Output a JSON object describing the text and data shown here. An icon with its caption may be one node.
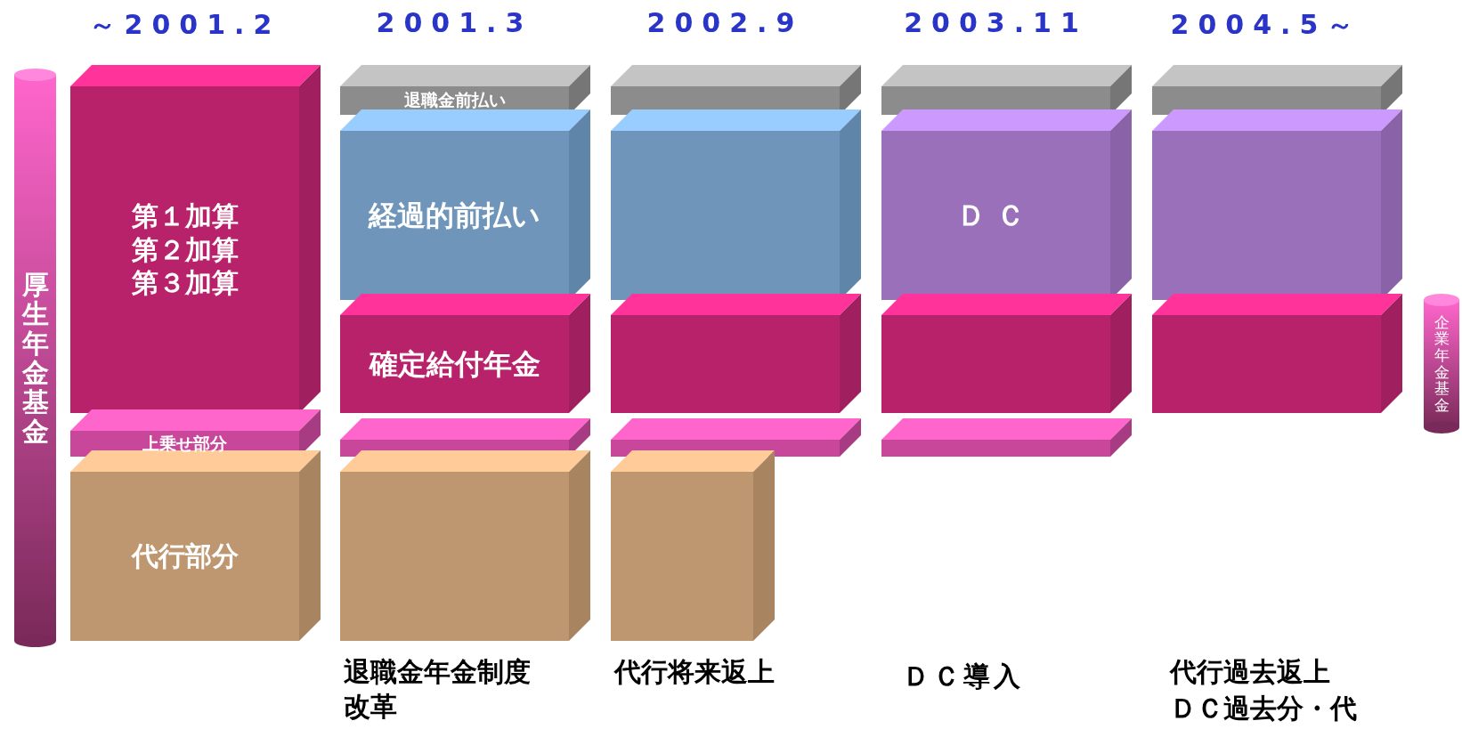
{
  "diagram": {
    "nodes": [
      {
        "text": [
          "厚生年金基金"
        ]
      },
      {
        "text": [
          "第１加算",
          "第２加算",
          "第３加算"
        ]
      },
      {
        "text": [
          "上乗せ部分"
        ]
      },
      {
        "text": [
          "代行部分"
        ]
      },
      {
        "text": [
          "退職金前払い"
        ]
      },
      {
        "text": [
          "経過的前払い"
        ]
      },
      {
        "text": [
          "確定給付年金"
        ]
      },
      {
        "text": [],
        "shape": "box"
      },
      {
        "text": [],
        "shape": "box"
      },
      {
        "text": [],
        "shape": "box"
      },
      {
        "text": [],
        "shape": "box"
      },
      {
        "text": [],
        "shape": "box"
      },
      {
        "text": [],
        "shape": "box"
      },
      {
        "text": [],
        "shape": "box"
      },
      {
        "text": [],
        "shape": "box"
      },
      {
        "text": [
          "ＤＣ"
        ]
      },
      {
        "text": [],
        "shape": "box"
      },
      {
        "text": [],
        "shape": "box"
      },
      {
        "text": [],
        "shape": "box"
      },
      {
        "text": [],
        "shape": "box"
      },
      {
        "text": [],
        "shape": "box"
      },
      {
        "text": [
          "企業年金基金"
        ]
      }
    ],
    "edges": [],
    "labels": [
      "～2001.2",
      "2001.3",
      "2002.9",
      "2003.11",
      "2004.5～",
      "退職金年金制度改革",
      "代行将来返上",
      "ＤＣ導入",
      "代行過去返上",
      "ＤＣ過去分・代"
    ]
  }
}
